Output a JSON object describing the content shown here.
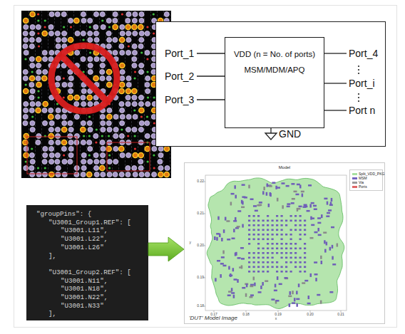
{
  "diagram": {
    "nodes": [
      {
        "text": [
          "VDD (n = No. of ports)",
          "MSM/MDM/APQ"
        ]
      },
      {
        "text": [
          "\"groupPins\": {",
          "\"U3001_Group1.REF\": [",
          "\"U3001.L11\",",
          "\"U3001.L22\",",
          "\"U3001.L26\"",
          "],",
          "\"U3001_Group2.REF\": [",
          "\"U3001.N11\",",
          "\"U3001.N18\",",
          "\"U3001.N22\",",
          "\"U3001.N33\"",
          "],"
        ]
      },
      {
        "text": [
          "Model",
          "'DUT' Model Image"
        ]
      }
    ],
    "edges": [
      {
        "from": 1,
        "to": 2,
        "arrow": "to"
      }
    ],
    "labels": [
      "Port_1",
      "Port_2",
      "Port_3",
      "Port_4",
      "Port_i",
      "Port n",
      "GND",
      "0.22",
      "0.21",
      "0.20",
      "0.19",
      "0.18",
      "0.17",
      "0.18",
      "0.19",
      "0.20",
      "0.21",
      "x",
      "y"
    ],
    "legend": [
      {
        "text": "Split_VDD_PKG",
        "color": "#a8e0a0"
      },
      {
        "text": "MSM",
        "color": "#7565c0"
      },
      {
        "text": "Via",
        "color": "#9a9a9a"
      },
      {
        "text": "Ports",
        "color": "#e06666"
      }
    ]
  }
}
